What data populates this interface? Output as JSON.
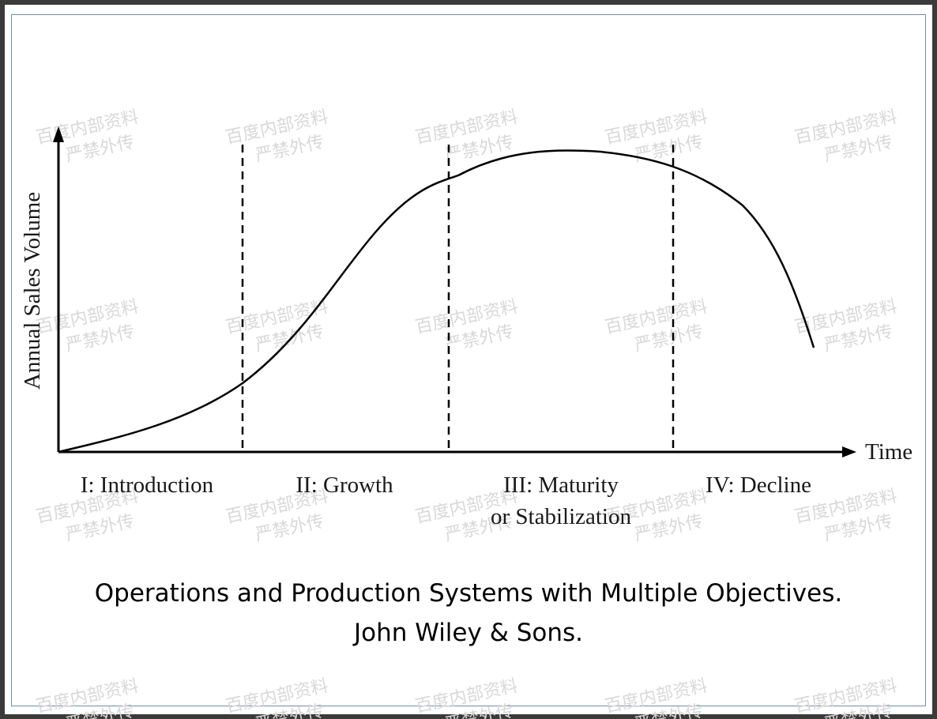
{
  "diagram": {
    "y_axis_label": "Annual Sales Volume",
    "x_axis_label": "Time",
    "stages": [
      {
        "label": "I: Introduction",
        "label_line2": ""
      },
      {
        "label": "II:  Growth",
        "label_line2": ""
      },
      {
        "label": "III:  Maturity",
        "label_line2": "or Stabilization"
      },
      {
        "label": "IV:  Decline",
        "label_line2": ""
      }
    ]
  },
  "caption": {
    "line1": "Operations and Production Systems with Multiple Objectives.",
    "line2": "John Wiley & Sons."
  },
  "watermark": {
    "line1": "百度内部资料",
    "line2": "严禁外传"
  },
  "colors": {
    "curve": "#000000",
    "border": "#6f8fae",
    "watermark": "#d8d8d8"
  }
}
